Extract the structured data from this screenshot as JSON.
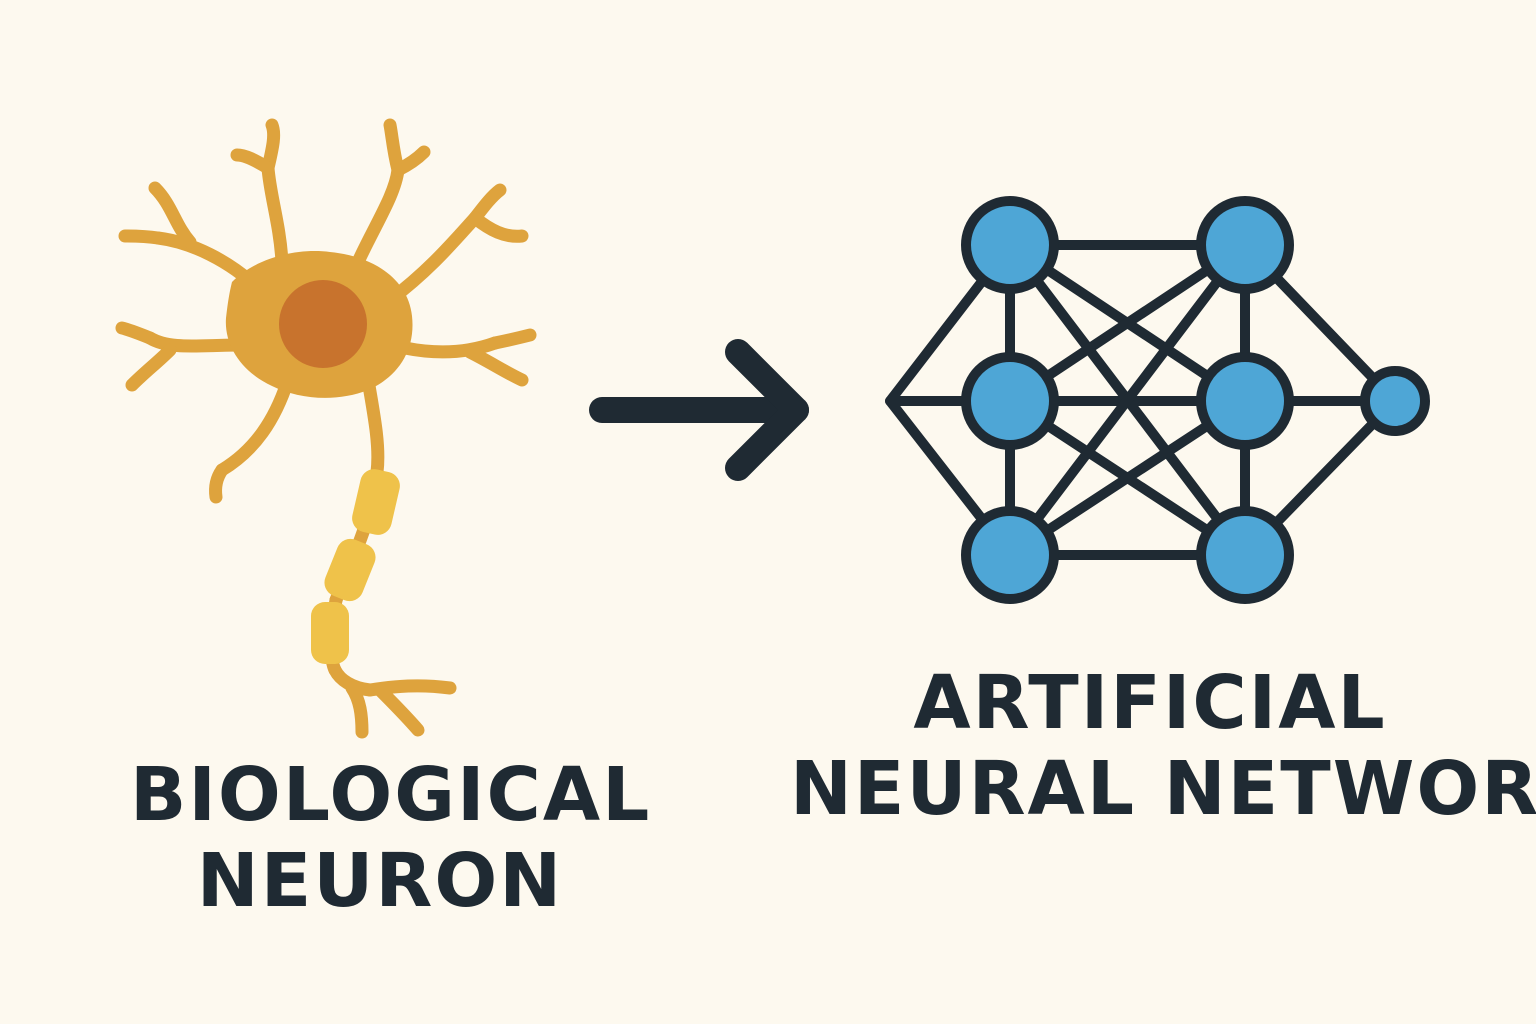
{
  "colors": {
    "background": "#fdf9ef",
    "neuron_body": "#dea33d",
    "neuron_nucleus": "#c8732d",
    "myelin": "#efc24a",
    "ink": "#1f2a33",
    "node_fill": "#4ea6d6"
  },
  "left_label": {
    "line1": "BIOLOGICAL",
    "line2": "NEURON"
  },
  "right_label": {
    "line1": "ARTIFICIAL",
    "line2": "NEURAL NETWORK"
  },
  "icons": {
    "neuron": "biological-neuron-illustration",
    "arrow": "right-arrow-icon",
    "network": "neural-network-icon"
  }
}
